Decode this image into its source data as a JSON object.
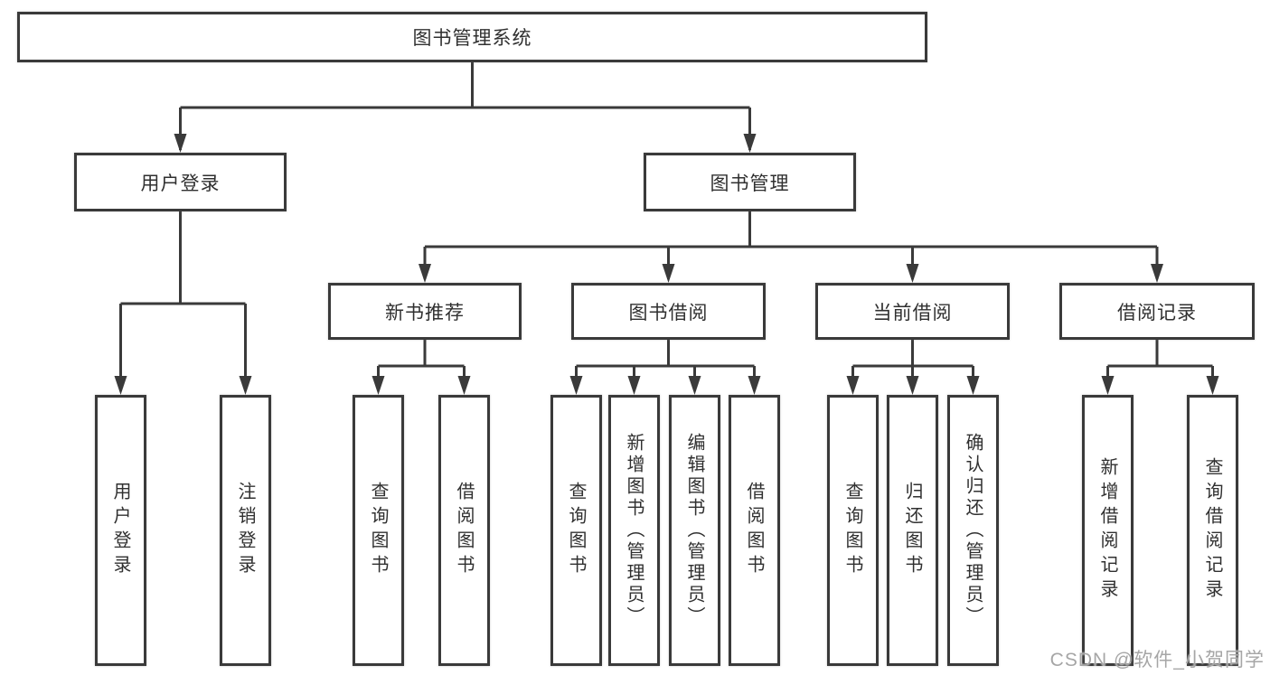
{
  "diagram": {
    "root": {
      "label": "图书管理系统"
    },
    "level2": [
      {
        "label": "用户登录"
      },
      {
        "label": "图书管理"
      }
    ],
    "level3": [
      {
        "label": "新书推荐"
      },
      {
        "label": "图书借阅"
      },
      {
        "label": "当前借阅"
      },
      {
        "label": "借阅记录"
      }
    ],
    "leaves": {
      "user": [
        "用户登录",
        "注销登录"
      ],
      "newbook": [
        "查询图书",
        "借阅图书"
      ],
      "borrow": [
        "查询图书",
        "新增图书（管理员）",
        "编辑图书（管理员）",
        "借阅图书"
      ],
      "current": [
        "查询图书",
        "归还图书",
        "确认归还（管理员）"
      ],
      "record": [
        "新增借阅记录",
        "查询借阅记录"
      ]
    }
  },
  "watermark": {
    "text": "CSDN @软件_小贺同学"
  },
  "colors": {
    "line": "#3a3a3a",
    "text": "#303030",
    "box_background": "#ffffff",
    "watermark": "#a6a6a6"
  }
}
